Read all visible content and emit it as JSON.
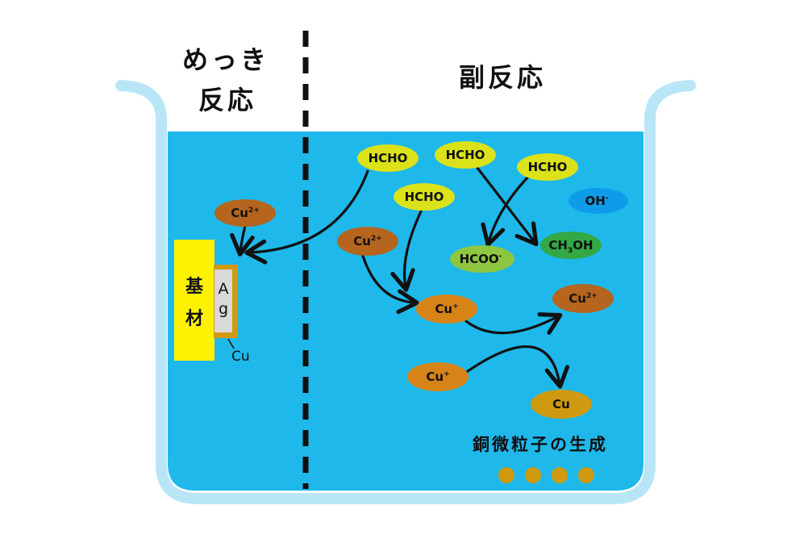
{
  "headings": {
    "left_line1": "めっき",
    "left_line2": "反応",
    "right": "副反応"
  },
  "substrate": {
    "label_line1": "基",
    "label_line2": "材",
    "ag_line1": "A",
    "ag_line2": "g",
    "cu_layer_label": "Cu"
  },
  "ions": {
    "cu2_left": {
      "base": "Cu",
      "sup": "2+"
    },
    "hcho_1": {
      "base": "HCHO"
    },
    "hcho_2": {
      "base": "HCHO"
    },
    "hcho_3": {
      "base": "HCHO"
    },
    "hcho_4": {
      "base": "HCHO"
    },
    "oh": {
      "base": "OH",
      "sup": "-"
    },
    "cu2_mid": {
      "base": "Cu",
      "sup": "2+"
    },
    "ch3oh": {
      "base": "CH",
      "sub": "3",
      "tail": "OH"
    },
    "hcoo": {
      "base": "HCOO",
      "sup": "-"
    },
    "cu1_a": {
      "base": "Cu",
      "sup": "+"
    },
    "cu2_right": {
      "base": "Cu",
      "sup": "2+"
    },
    "cu1_b": {
      "base": "Cu",
      "sup": "+"
    },
    "cu_product": {
      "base": "Cu"
    }
  },
  "caption": "銅微粒子の生成",
  "colors": {
    "water": "#1fb8ea",
    "beaker": "#b9e6f7",
    "copper_ion": "#b5651d",
    "cu_plus": "#d68318",
    "cu_metal": "#cf9a10",
    "hcho": "#dbe21a",
    "hcoo": "#8dc63f",
    "ch3oh": "#33a845",
    "oh": "#0e9be8",
    "substrate": "#fff200",
    "divider": "#111111"
  }
}
